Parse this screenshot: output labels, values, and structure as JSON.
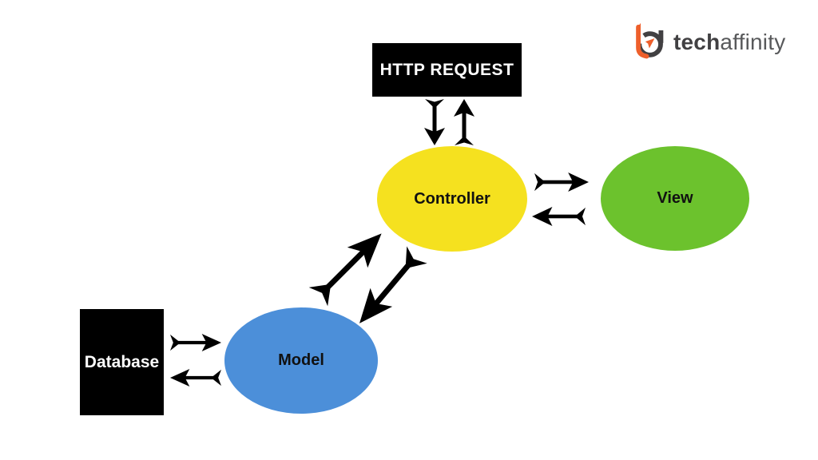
{
  "page": {
    "background": "#ffffff"
  },
  "logo": {
    "brand_bold": "tech",
    "brand_light": "affinity",
    "icon": "ta-monogram-icon",
    "orange": "#EE5F2B",
    "gray_dark": "#414042",
    "gray_light": "#58595B"
  },
  "nodes": {
    "http_request": {
      "label": "HTTP REQUEST",
      "shape": "rectangle",
      "fill": "#000000",
      "text_color": "#ffffff"
    },
    "controller": {
      "label": "Controller",
      "shape": "ellipse",
      "fill": "#F5E11F",
      "text_color": "#111111"
    },
    "view": {
      "label": "View",
      "shape": "ellipse",
      "fill": "#6CC22D",
      "text_color": "#111111"
    },
    "model": {
      "label": "Model",
      "shape": "ellipse",
      "fill": "#4C8FD9",
      "text_color": "#111111"
    },
    "database": {
      "label": "Database",
      "shape": "rectangle",
      "fill": "#000000",
      "text_color": "#ffffff"
    }
  },
  "edges": [
    {
      "from": "HTTP REQUEST",
      "to": "Controller",
      "type": "bidirectional",
      "orientation": "vertical"
    },
    {
      "from": "Controller",
      "to": "View",
      "type": "bidirectional",
      "orientation": "horizontal"
    },
    {
      "from": "Model",
      "to": "Controller",
      "type": "bidirectional",
      "orientation": "diagonal"
    },
    {
      "from": "Database",
      "to": "Model",
      "type": "bidirectional",
      "orientation": "horizontal"
    }
  ],
  "arrow_color": "#000000"
}
